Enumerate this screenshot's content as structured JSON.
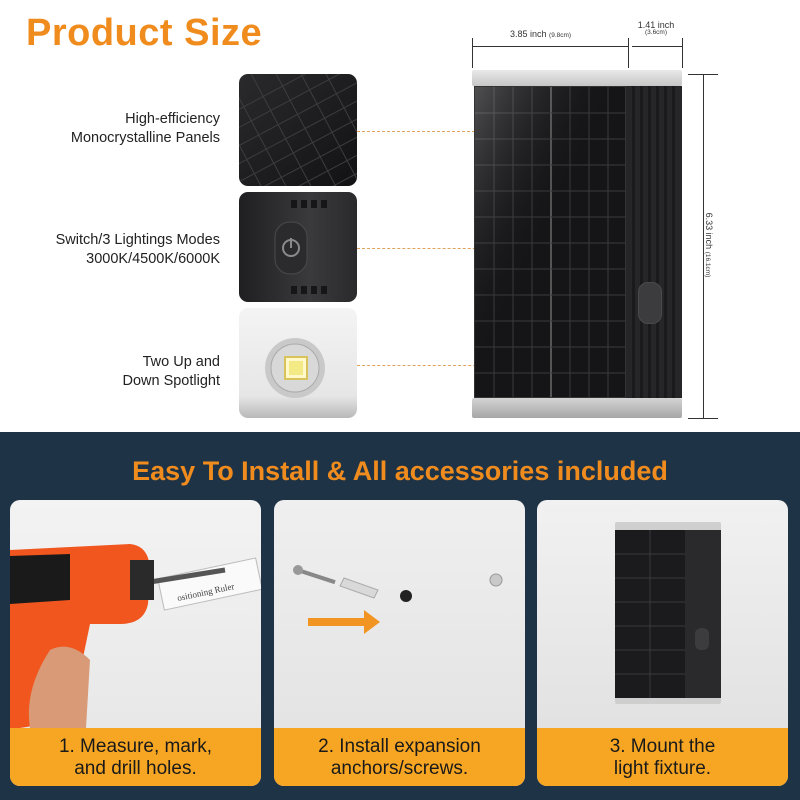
{
  "title": "Product Size",
  "features": [
    {
      "line1": "High-efficiency",
      "line2": "Monocrystalline Panels"
    },
    {
      "line1": "Switch/3 Lightings Modes",
      "line2": "3000K/4500K/6000K"
    },
    {
      "line1": "Two Up and",
      "line2": "Down Spotlight"
    }
  ],
  "dimensions": {
    "width": "3.85 inch",
    "width_cm": "(9.8cm)",
    "depth": "1.41 inch",
    "depth_cm": "(3.6cm)",
    "height": "6.33 inch",
    "height_cm": "(16.1cm)"
  },
  "install_title": "Easy To Install & All accessories included",
  "steps": [
    {
      "line1": "1. Measure, mark,",
      "line2": "and drill holes."
    },
    {
      "line1": "2. Install expansion",
      "line2": "anchors/screws."
    },
    {
      "line1": "3. Mount the",
      "line2": "light fixture."
    }
  ],
  "ruler_text": "ositioning Ruler",
  "colors": {
    "accent": "#f08c1e",
    "step_bar": "#f7a623",
    "bottom_bg": "#1f3347"
  }
}
